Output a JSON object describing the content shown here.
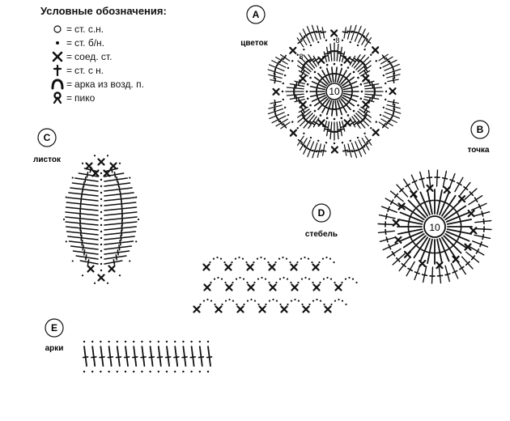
{
  "legend": {
    "title": "Условные обозначения:",
    "items": [
      {
        "symbol": "open-circle-icon",
        "text": "ст. с.н."
      },
      {
        "symbol": "dot-icon",
        "text": "ст. б/н."
      },
      {
        "symbol": "x-icon",
        "text": "соед. ст."
      },
      {
        "symbol": "cross-post-icon",
        "text": "ст. с н."
      },
      {
        "symbol": "arch-icon",
        "text": "арка из возд. п."
      },
      {
        "symbol": "picot-icon",
        "text": "пико"
      }
    ],
    "eq": "="
  },
  "motifs": {
    "A": {
      "letter": "A",
      "name": "цветок",
      "ring": "10",
      "petal_count": "8"
    },
    "B": {
      "letter": "B",
      "name": "точка",
      "ring": "10"
    },
    "C": {
      "letter": "C",
      "name": "листок"
    },
    "D": {
      "letter": "D",
      "name": "стебель"
    },
    "E": {
      "letter": "E",
      "name": "арки"
    }
  },
  "colors": {
    "ink": "#111111",
    "paper": "#ffffff"
  }
}
